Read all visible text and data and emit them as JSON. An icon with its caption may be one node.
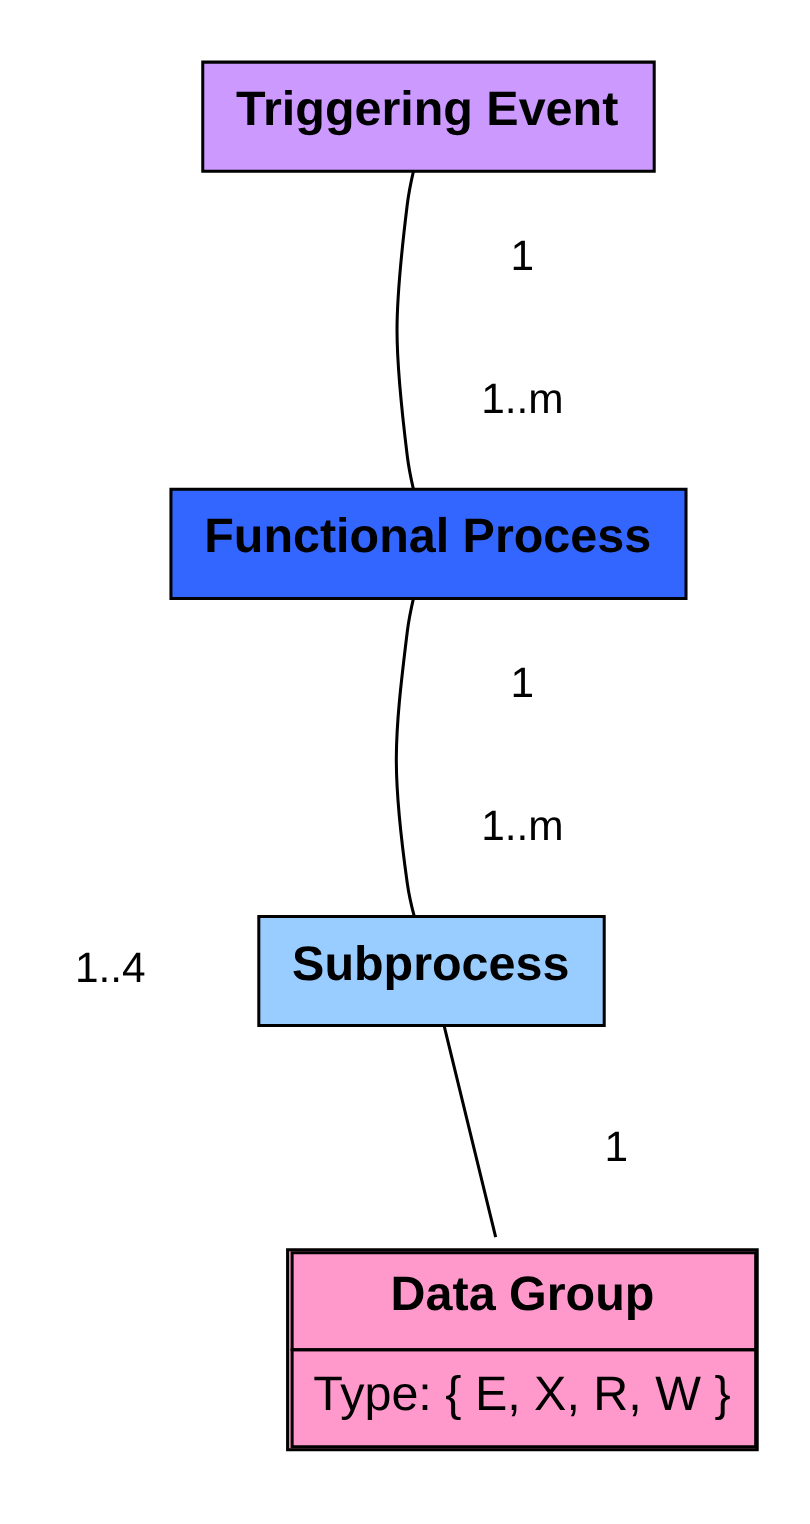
{
  "diagram": {
    "nodes": [
      {
        "text": [
          "Triggering Event"
        ]
      },
      {
        "text": [
          "Functional Process"
        ]
      },
      {
        "text": [
          "Subprocess"
        ]
      },
      {
        "text": [
          "Data Group",
          "Type: { E, X, R, W }"
        ]
      }
    ],
    "edges": [
      {
        "from": 0,
        "to": 1,
        "arrow": "none"
      },
      {
        "from": 1,
        "to": 2,
        "arrow": "none"
      },
      {
        "from": 2,
        "to": 3,
        "arrow": "none"
      }
    ],
    "labels": [
      "1",
      "1..m",
      "1",
      "1..m",
      "1..4",
      "1"
    ]
  }
}
